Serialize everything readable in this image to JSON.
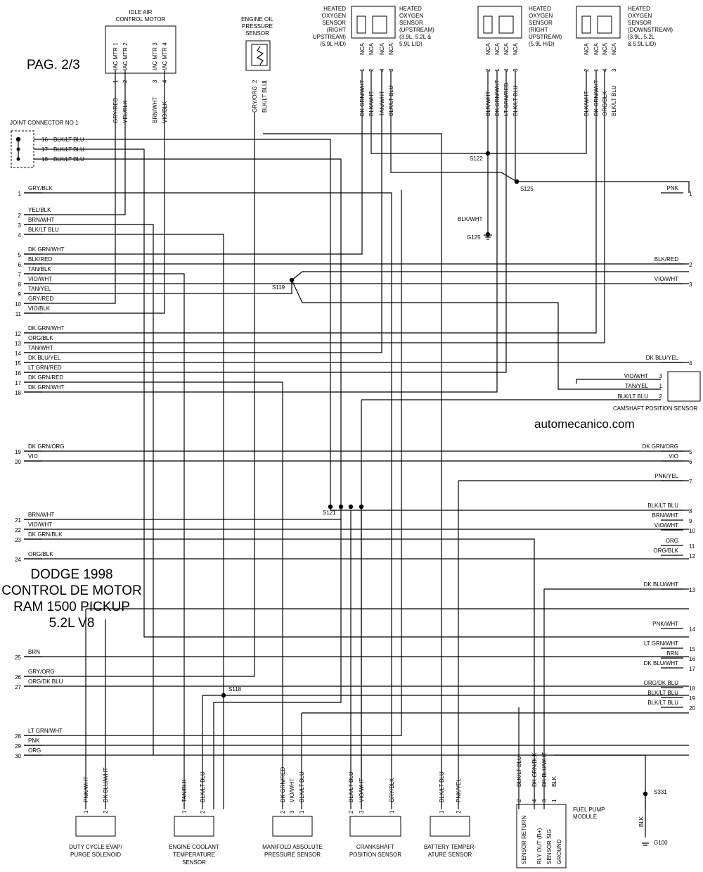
{
  "header": {
    "page": "PAG. 2/3",
    "site": "automecanico.com"
  },
  "title_block": {
    "line1": "DODGE 1998",
    "line2": "CONTROL DE MOTOR",
    "line3": "RAM 1500 PICKUP",
    "line4": "5.2L V8"
  },
  "left_pins": [
    {
      "n": "1",
      "label": "GRY/BLK"
    },
    {
      "n": "2",
      "label": "YEL/BLK"
    },
    {
      "n": "3",
      "label": "BRN/WHT"
    },
    {
      "n": "4",
      "label": "BLK/LT BLU"
    },
    {
      "n": "5",
      "label": "DK GRN/WHT"
    },
    {
      "n": "6",
      "label": "BLK/RED"
    },
    {
      "n": "7",
      "label": "TAN/BLK"
    },
    {
      "n": "8",
      "label": "VIO/WHT"
    },
    {
      "n": "9",
      "label": "TAN/YEL"
    },
    {
      "n": "10",
      "label": "GRY/RED"
    },
    {
      "n": "11",
      "label": "VIO/BLK"
    },
    {
      "n": "12",
      "label": "DK GRN/WHT"
    },
    {
      "n": "13",
      "label": "ORG/BLK"
    },
    {
      "n": "14",
      "label": "TAN/WHT"
    },
    {
      "n": "15",
      "label": "DK BLU/YEL"
    },
    {
      "n": "16",
      "label": "LT GRN/RED"
    },
    {
      "n": "17",
      "label": "DK GRN/RED"
    },
    {
      "n": "18",
      "label": "DK GRN/WHT"
    },
    {
      "n": "19",
      "label": "DK GRN/ORG"
    },
    {
      "n": "20",
      "label": "VIO"
    },
    {
      "n": "21",
      "label": "BRN/WHT"
    },
    {
      "n": "22",
      "label": "VIO/WHT"
    },
    {
      "n": "23",
      "label": "DK GRN/BLK"
    },
    {
      "n": "24",
      "label": "ORG/BLK"
    },
    {
      "n": "25",
      "label": "BRN"
    },
    {
      "n": "26",
      "label": "GRY/ORG"
    },
    {
      "n": "27",
      "label": "ORG/DK BLU"
    },
    {
      "n": "28",
      "label": "LT GRN/WHT"
    },
    {
      "n": "29",
      "label": "PNK"
    },
    {
      "n": "30",
      "label": "ORG"
    }
  ],
  "right_pins": [
    {
      "n": "1",
      "label": "PNK"
    },
    {
      "n": "2",
      "label": "BLK/RED"
    },
    {
      "n": "3",
      "label": "VIO/WHT"
    },
    {
      "n": "4",
      "label": "DK BLU/YEL"
    },
    {
      "n": "5",
      "label": "DK GRN/ORG"
    },
    {
      "n": "6",
      "label": "VIO"
    },
    {
      "n": "7",
      "label": "PNK/YEL"
    },
    {
      "n": "8",
      "label": "BLK/LT BLU"
    },
    {
      "n": "9",
      "label": "BRN/WHT"
    },
    {
      "n": "10",
      "label": "VIO/WHT"
    },
    {
      "n": "11",
      "label": "ORG"
    },
    {
      "n": "12",
      "label": "ORG/BLK"
    },
    {
      "n": "13",
      "label": "DK BLU/WHT"
    },
    {
      "n": "14",
      "label": "PNK/WHT"
    },
    {
      "n": "15",
      "label": "LT GRN/WHT"
    },
    {
      "n": "16",
      "label": "BRN"
    },
    {
      "n": "17",
      "label": "DK BLU/WHT"
    },
    {
      "n": "18",
      "label": "ORG/DK BLU"
    },
    {
      "n": "19",
      "label": "BLK/LT BLU"
    },
    {
      "n": "20",
      "label": "BLK/LT BLU"
    }
  ],
  "joint_connector": {
    "title": "JOINT CONNECTOR NO 1",
    "pins": [
      {
        "n": "16",
        "label": "BLK/LT BLU"
      },
      {
        "n": "17",
        "label": "BLK/LT BLU"
      },
      {
        "n": "18",
        "label": "BLK/LT BLU"
      }
    ]
  },
  "splices": {
    "s122": "S122",
    "s125": "S125",
    "s119": "S119",
    "s121": "S121",
    "s118": "S118",
    "g125": "G125",
    "s331": "S331",
    "g100": "G100"
  },
  "ground_wire": {
    "g125_wire": "BLK/WHT",
    "g100_wire": "BLK"
  },
  "components": {
    "iac": {
      "title1": "IDLE AIR",
      "title2": "CONTROL MOTOR",
      "pins": [
        {
          "n": "1",
          "term": "IAC MTR 1",
          "wire": "GRY/RED"
        },
        {
          "n": "2",
          "term": "IAC MTR 2",
          "wire": "YEL/BLK"
        },
        {
          "n": "3",
          "term": "IAC MTR 3",
          "wire": "BRN/WHT"
        },
        {
          "n": "4",
          "term": "IAC MTR 4",
          "wire": "VIO/BLK"
        }
      ]
    },
    "oil": {
      "title1": "ENGINE OIL",
      "title2": "PRESSURE",
      "title3": "SENSOR",
      "pins": [
        {
          "n": "2",
          "wire": "GRY/ORG"
        },
        {
          "n": "1",
          "wire": "BLK/LT BLU"
        }
      ]
    },
    "o2a": {
      "title": [
        "HEATED",
        "OXYGEN",
        "SENSOR",
        "(RIGHT",
        "UPSTREAM)",
        "(5.9L H/D)"
      ],
      "pins": [
        {
          "n": "1",
          "term": "NCA",
          "wire": "DK GRN/WHT"
        },
        {
          "n": "2",
          "term": "NCA",
          "wire": "BLK/WHT"
        },
        {
          "n": "4",
          "term": "NCA",
          "wire": "TAN/WHT"
        },
        {
          "n": "3",
          "term": "NCA",
          "wire": "BLK/LT BLU"
        }
      ]
    },
    "o2b": {
      "title": [
        "HEATED",
        "OXYGEN",
        "SENSOR",
        "(UPSTREAM)",
        "(3.9L, 5.2L &",
        "5.9L L/D)"
      ]
    },
    "o2c": {
      "title": [
        "HEATED",
        "OXYGEN",
        "SENSOR",
        "(RIGHT",
        "UPSTREAM)",
        "(5.9L H/D)"
      ],
      "pins": [
        {
          "n": "2",
          "term": "NCA",
          "wire": "BLK/WHT"
        },
        {
          "n": "1",
          "term": "NCA",
          "wire": "DK GRN/WHT"
        },
        {
          "n": "4",
          "term": "NCA",
          "wire": "LT GRN/RED"
        },
        {
          "n": "3",
          "term": "NCA",
          "wire": "BLK/LT BLU"
        }
      ]
    },
    "o2d": {
      "title": [
        "HEATED",
        "OXYGEN",
        "SENSOR",
        "(DOWNSTREAM)",
        "(3.9L, 5.2L",
        "& 5.9L L/D)"
      ],
      "pins": [
        {
          "n": "2",
          "term": "NCA",
          "wire": "BLK/WHT"
        },
        {
          "n": "1",
          "term": "NCA",
          "wire": "DK GRN/WHT"
        },
        {
          "n": "4",
          "term": "NCA",
          "wire": "ORG/BLK"
        },
        {
          "n": "3",
          "term": "NCA",
          "wire": "BLK/LT BLU"
        }
      ]
    },
    "cam": {
      "title": "CAMSHAFT POSITION SENSOR",
      "pins": [
        {
          "n": "3",
          "wire": "VIO/WHT"
        },
        {
          "n": "1",
          "wire": "TAN/YEL"
        },
        {
          "n": "2",
          "wire": "BLK/LT BLU"
        }
      ]
    },
    "evap": {
      "title1": "DUTY CYCLE EVAP/",
      "title2": "PURGE SOLENOID",
      "pins": [
        {
          "n": "1",
          "wire": "PNK/WHT"
        },
        {
          "n": "2",
          "wire": "DK BLU/WHT"
        }
      ]
    },
    "ect": {
      "title1": "ENGINE COOLANT",
      "title2": "TEMPERATURE",
      "title3": "SENSOR",
      "pins": [
        {
          "n": "1",
          "wire": "TAN/BLK"
        },
        {
          "n": "2",
          "wire": "BLK/LT BLU"
        }
      ]
    },
    "map": {
      "title1": "MANIFOLD ABSOLUTE",
      "title2": "PRESSURE SENSOR",
      "pins": [
        {
          "n": "2",
          "wire": "DK GRN/RED"
        },
        {
          "n": "3",
          "wire": "VIO/WHT"
        },
        {
          "n": "1",
          "wire": "BLK/LT BLU"
        }
      ]
    },
    "ckp": {
      "title1": "CRANKSHAFT",
      "title2": "POSITION SENSOR",
      "pins": [
        {
          "n": "2",
          "wire": "BLK/LT BLU"
        },
        {
          "n": "3",
          "wire": "VIO/WHT"
        },
        {
          "n": "1",
          "wire": "GRY/BLK"
        }
      ]
    },
    "bat": {
      "title1": "BATTERY TEMPER-",
      "title2": "ATURE SENSOR",
      "pins": [
        {
          "n": "1",
          "wire": "BLK/LT BLU"
        },
        {
          "n": "2",
          "wire": "PNK/YEL"
        }
      ]
    },
    "fuel": {
      "title1": "FUEL PUMP",
      "title2": "MODULE",
      "pins": [
        {
          "n": "2",
          "term": "SENSOR RETURN",
          "wire": "BLK/LT BLU"
        },
        {
          "n": "4",
          "term": "RLY OUT (B+)",
          "wire": "DK GRN/BLK"
        },
        {
          "n": "3",
          "term": "SENSOR SIG",
          "wire": "DK BLU/WHT"
        },
        {
          "n": "1",
          "term": "GROUND",
          "wire": "BLK"
        }
      ]
    }
  }
}
